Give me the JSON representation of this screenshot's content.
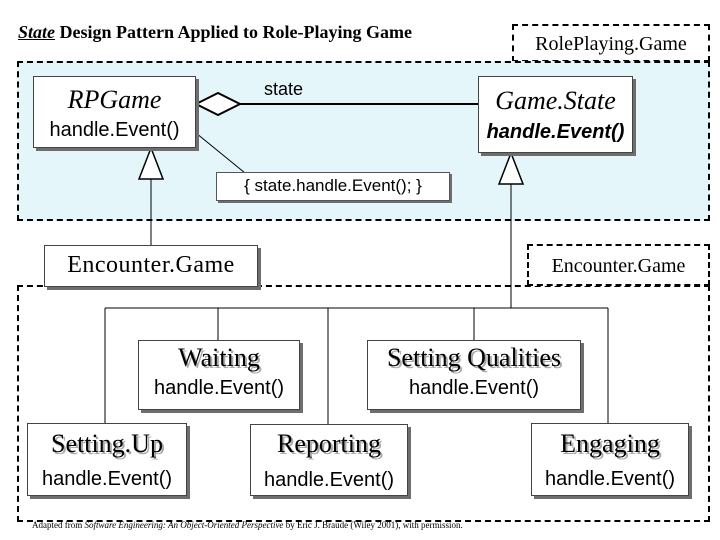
{
  "title": {
    "italic_word": "State",
    "rest": " Design Pattern Applied to Role-Playing Game"
  },
  "packages": {
    "roleplaying": {
      "label": "RolePlaying.Game"
    },
    "encounter": {
      "label": "Encounter.Game"
    }
  },
  "classes": {
    "rpgame": {
      "name": "RPGame",
      "op": "handle.Event()"
    },
    "gamestate": {
      "name": "Game.State",
      "op": "handle.Event()"
    },
    "encountergame": {
      "name": "Encounter.Game"
    },
    "waiting": {
      "name": "Waiting",
      "op": "handle.Event()"
    },
    "settingqualities": {
      "name": "Setting Qualities",
      "op": "handle.Event()"
    },
    "settingup": {
      "name": "Setting.Up",
      "op": "handle.Event()"
    },
    "reporting": {
      "name": "Reporting",
      "op": "handle.Event()"
    },
    "engaging": {
      "name": "Engaging",
      "op": "handle.Event()"
    }
  },
  "association": {
    "role": "state"
  },
  "note": {
    "text": "{ state.handle.Event(); }"
  },
  "credit": {
    "prefix": "Adapted from ",
    "book": "Software Engineering: An Object-Oriented Perspective",
    "suffix": " by Eric J. Braude (Wiley 2001), with permission."
  },
  "colors": {
    "package_fill": "#e4f6fa",
    "outline": "#000000",
    "shadow": "#6e6e6e"
  }
}
